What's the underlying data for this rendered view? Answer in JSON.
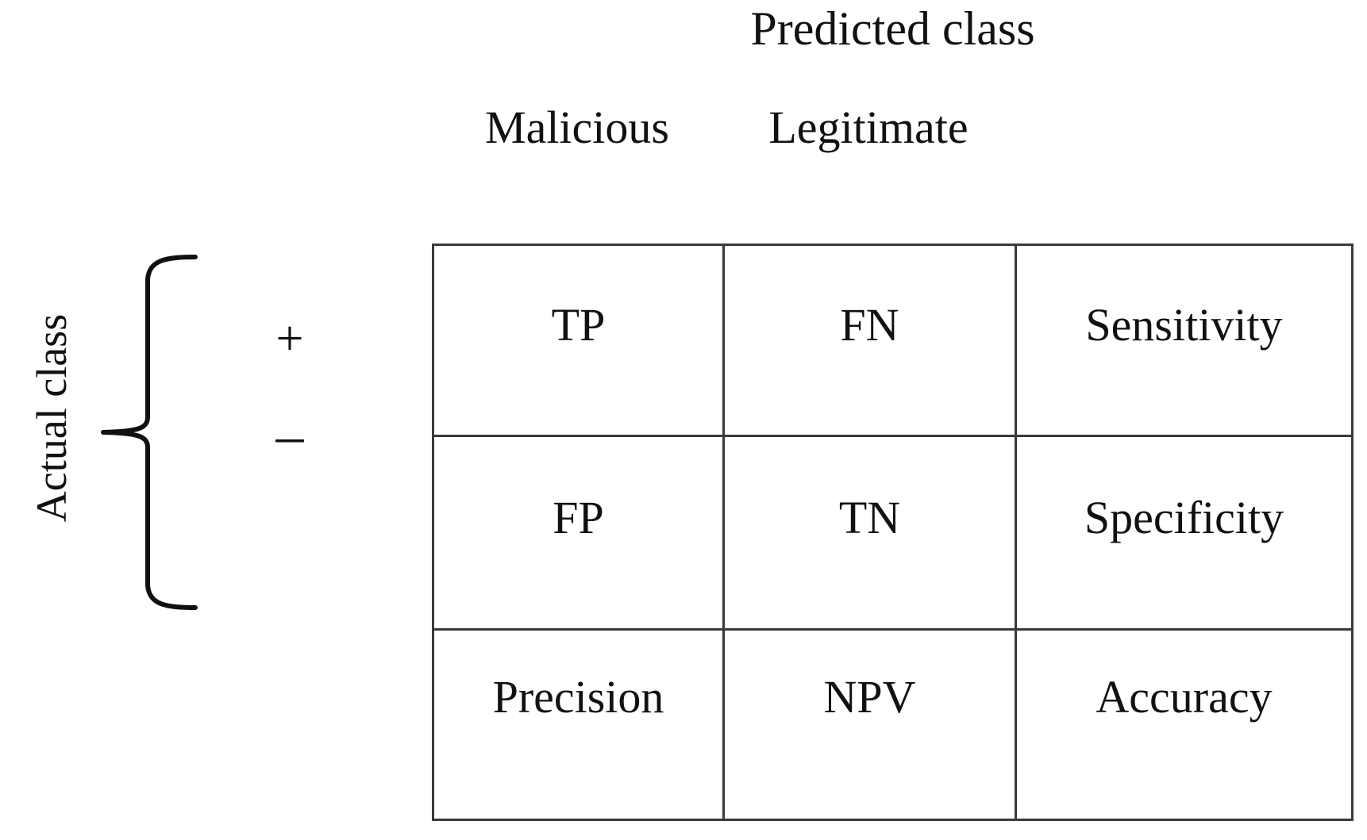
{
  "figure": {
    "type": "confusion-matrix-diagram",
    "predicted_axis_title": "Predicted class",
    "actual_axis_title": "Actual class",
    "column_headers": [
      "Malicious",
      "Legitimate"
    ],
    "row_signs": [
      "+",
      "–"
    ],
    "rows": [
      {
        "sign": "+",
        "cells": [
          "TP",
          "FN",
          "Sensitivity"
        ]
      },
      {
        "sign": "–",
        "cells": [
          "FP",
          "TN",
          "Specificity"
        ]
      },
      {
        "sign": "",
        "cells": [
          "Precision",
          "NPV",
          "Accuracy"
        ]
      }
    ],
    "colors": {
      "background": "#ffffff",
      "text": "#111111",
      "grid_line": "#3a3a3a"
    }
  }
}
